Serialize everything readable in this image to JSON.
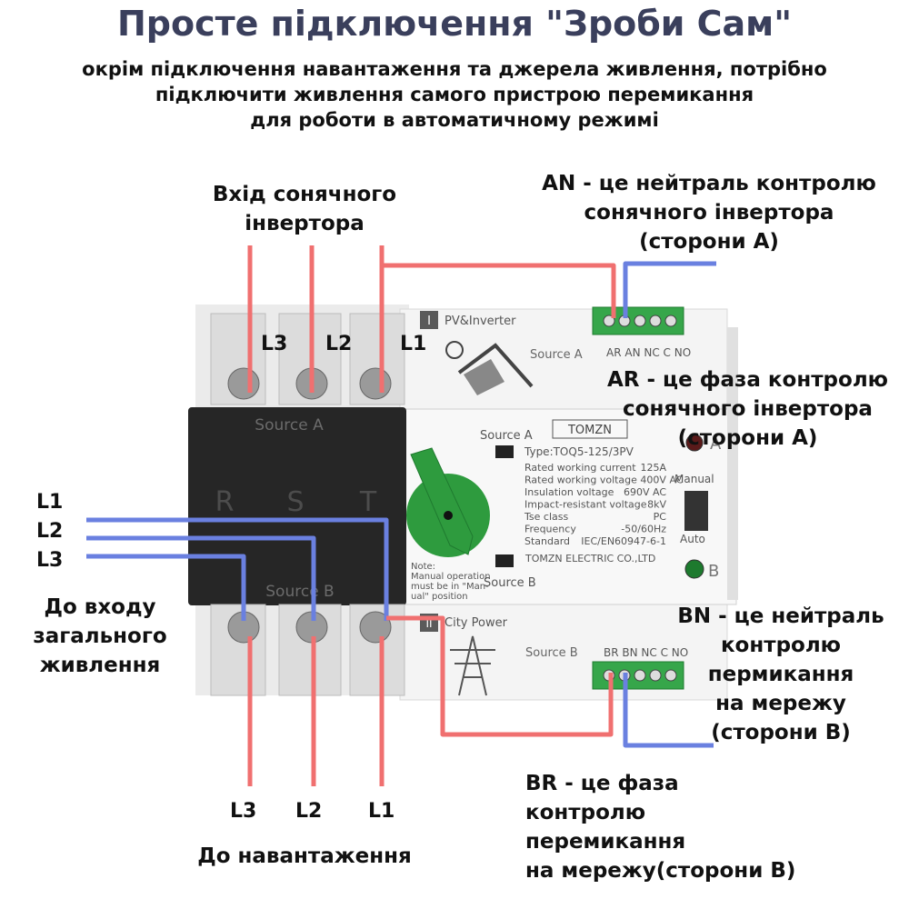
{
  "title": "Просте підключення \"Зроби Сам\"",
  "subtitle": [
    "окрім підключення навантаження та джерела живлення, потрібно",
    "підключити живлення самого пристрою перемикання",
    "для роботи в автоматичному режимі"
  ],
  "labels": {
    "solar_input": "Вхід сонячного\nінвертора",
    "an_desc": "AN - це нейтраль контролю\nсонячного інвертора\n(сторони А)",
    "ar_desc": "AR - це фаза контролю\nсонячного інвертора\n(сторони А)",
    "bn_desc": "BN - це нейтраль\nконтролю\nпермикання\nна мережу\n(сторони В)",
    "br_desc": "BR - це фаза\nконтролю\nперемикання\nна мережу(сторони В)",
    "grid_input": "До входу\nзагального\nживлення",
    "load": "До навантаження"
  },
  "top_phases": [
    "L3",
    "L2",
    "L1"
  ],
  "left_phases": [
    "L1",
    "L2",
    "L3"
  ],
  "bottom_phases": [
    "L3",
    "L2",
    "L1"
  ],
  "device": {
    "brand": "TOMZN",
    "type": "Type:TOQ5-125/3PV",
    "specs": [
      [
        "Rated working current",
        "125A"
      ],
      [
        "Rated working voltage 400V AC",
        ""
      ],
      [
        "Insulation voltage",
        "690V AC"
      ],
      [
        "Impact-resistant voltage",
        "8kV"
      ],
      [
        "Tse class",
        "PC"
      ],
      [
        "Frequency",
        "-50/60Hz"
      ],
      [
        "Standard",
        "IEC/EN60947-6-1"
      ]
    ],
    "manufacturer": "TOMZN ELECTRIC CO.,LTD",
    "source_a_badge": "I",
    "source_a_name": "PV&Inverter",
    "source_b_badge": "II",
    "source_b_name": "City Power",
    "source_a": "Source A",
    "source_b": "Source B",
    "source_a_block": "Source A",
    "source_b_block": "Source B",
    "rst": [
      "R",
      "S",
      "T"
    ],
    "terminals_a": "AR AN NC C NO",
    "terminals_b": "BR BN NC C NO",
    "indicator_a": "A",
    "indicator_b": "B",
    "manual": "Manual",
    "auto": "Auto",
    "note": "Note:\nManual operation\nmust be in \"Man-\nual\" position"
  },
  "colors": {
    "phase_wire": "#f07070",
    "neutral_wire": "#6a80e0",
    "title": "#3a3f5c",
    "green": "#2e9b3e"
  }
}
